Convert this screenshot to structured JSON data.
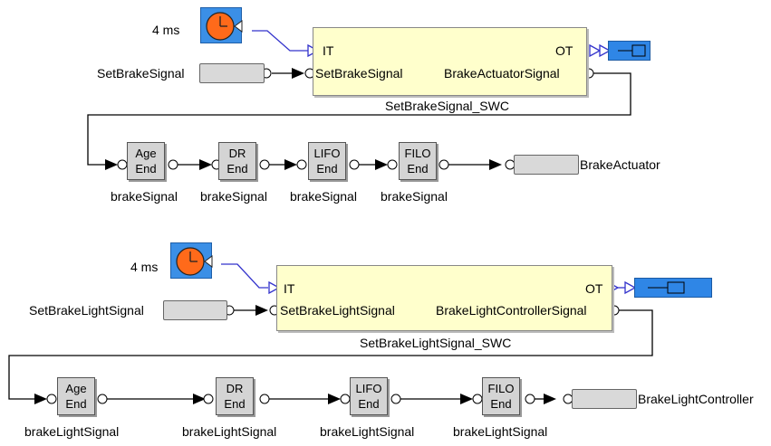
{
  "colors": {
    "swc_fill": "#ffffcc",
    "end_fill": "#d4d4d4",
    "port_fill": "#d9d9d9",
    "timer_blue": "#3b8fe6",
    "clock_orange": "#ff6a1a",
    "wire_blue": "#3333cc",
    "wire_black": "#000000"
  },
  "icons": {
    "timer": "clock-icon",
    "sink": "runnable-sink-icon"
  },
  "diagram_top": {
    "timer_label": "4 ms",
    "input_label": "SetBrakeSignal",
    "swc_name": "SetBrakeSignal_SWC",
    "swc_in_trigger": "IT",
    "swc_out_trigger": "OT",
    "swc_in_port": "SetBrakeSignal",
    "swc_out_port": "BrakeActuatorSignal",
    "ends": [
      {
        "kind": "Age",
        "end": "End",
        "signal": "brakeSignal"
      },
      {
        "kind": "DR",
        "end": "End",
        "signal": "brakeSignal"
      },
      {
        "kind": "LIFO",
        "end": "End",
        "signal": "brakeSignal"
      },
      {
        "kind": "FILO",
        "end": "End",
        "signal": "brakeSignal"
      }
    ],
    "output_label": "BrakeActuator"
  },
  "diagram_bottom": {
    "timer_label": "4 ms",
    "input_label": "SetBrakeLightSignal",
    "swc_name": "SetBrakeLightSignal_SWC",
    "swc_in_trigger": "IT",
    "swc_out_trigger": "OT",
    "swc_in_port": "SetBrakeLightSignal",
    "swc_out_port": "BrakeLightControllerSignal",
    "ends": [
      {
        "kind": "Age",
        "end": "End",
        "signal": "brakeLightSignal"
      },
      {
        "kind": "DR",
        "end": "End",
        "signal": "brakeLightSignal"
      },
      {
        "kind": "LIFO",
        "end": "End",
        "signal": "brakeLightSignal"
      },
      {
        "kind": "FILO",
        "end": "End",
        "signal": "brakeLightSignal"
      }
    ],
    "output_label": "BrakeLightController"
  }
}
